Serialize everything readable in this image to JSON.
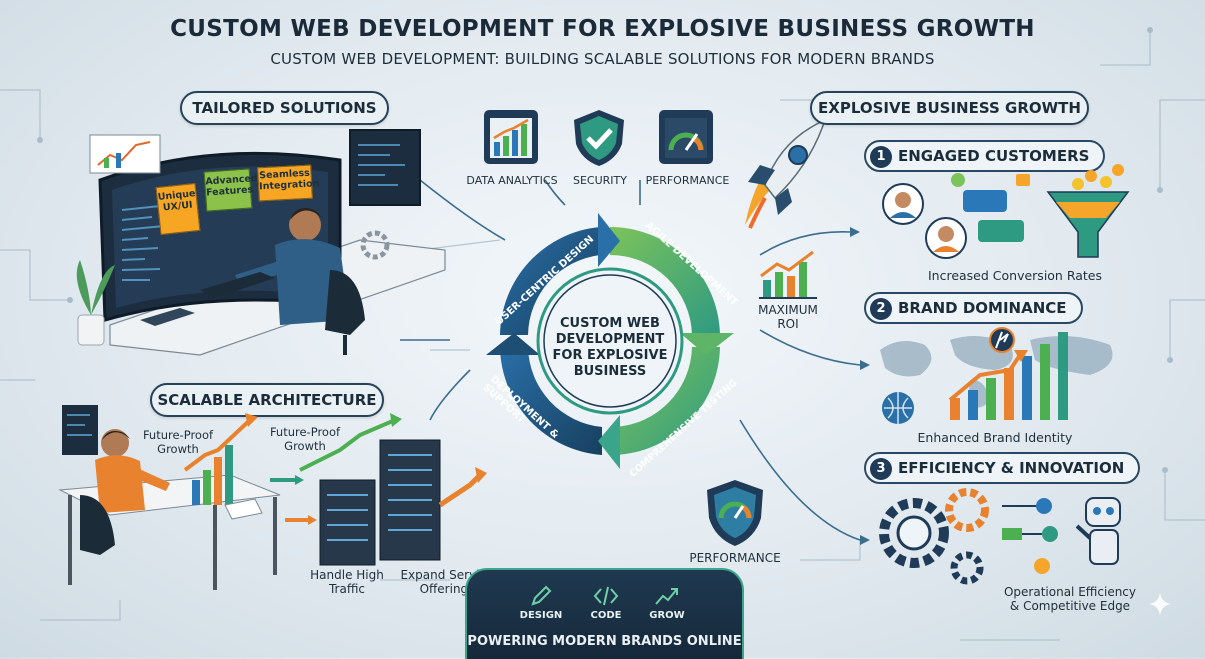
{
  "title": "CUSTOM WEB DEVELOPMENT FOR EXPLOSIVE BUSINESS GROWTH",
  "subtitle": "CUSTOM WEB DEVELOPMENT: BUILDING SCALABLE SOLUTIONS FOR MODERN BRANDS",
  "left": {
    "tailored": {
      "heading": "TAILORED SOLUTIONS",
      "cards": [
        "Unique UX/UI",
        "Advanced Features",
        "Seamless Integration"
      ]
    },
    "scalable": {
      "heading": "SCALABLE ARCHITECTURE",
      "labels": {
        "growth1": "Future-Proof Growth",
        "growth2": "Future-Proof Growth",
        "traffic": "Handle High Traffic",
        "offerings": "Expand Service Offerings"
      }
    }
  },
  "center": {
    "icons": [
      "DATA ANALYTICS",
      "SECURITY",
      "PERFORMANCE"
    ],
    "cycle": {
      "core": "CUSTOM WEB DEVELOPMENT FOR EXPLOSIVE BUSINESS",
      "steps": [
        "USER-CENTRIC DESIGN",
        "AGILE DEVELOPMENT",
        "COMPREHENSIVE TESTING",
        "DEPLOYMENT & SUPPORT"
      ]
    },
    "roi": "MAXIMUM ROI",
    "performance": "PERFORMANCE"
  },
  "right": {
    "heading": "EXPLOSIVE BUSINESS GROWTH",
    "items": [
      {
        "num": "1",
        "title": "ENGAGED CUSTOMERS",
        "caption": "Increased Conversion Rates"
      },
      {
        "num": "2",
        "title": "BRAND DOMINANCE",
        "caption": "Enhanced Brand Identity"
      },
      {
        "num": "3",
        "title": "EFFICIENCY & INNOVATION",
        "caption": "Operational Efficiency & Competitive Edge"
      }
    ]
  },
  "footer": {
    "items": [
      "DESIGN",
      "CODE",
      "GROW"
    ],
    "text": "POWERING MODERN BRANDS ONLINE"
  },
  "colors": {
    "navy": "#1f3b57",
    "teal": "#2e9a82",
    "green": "#4caf50",
    "orange": "#f08a24",
    "blue": "#2a78b8"
  }
}
